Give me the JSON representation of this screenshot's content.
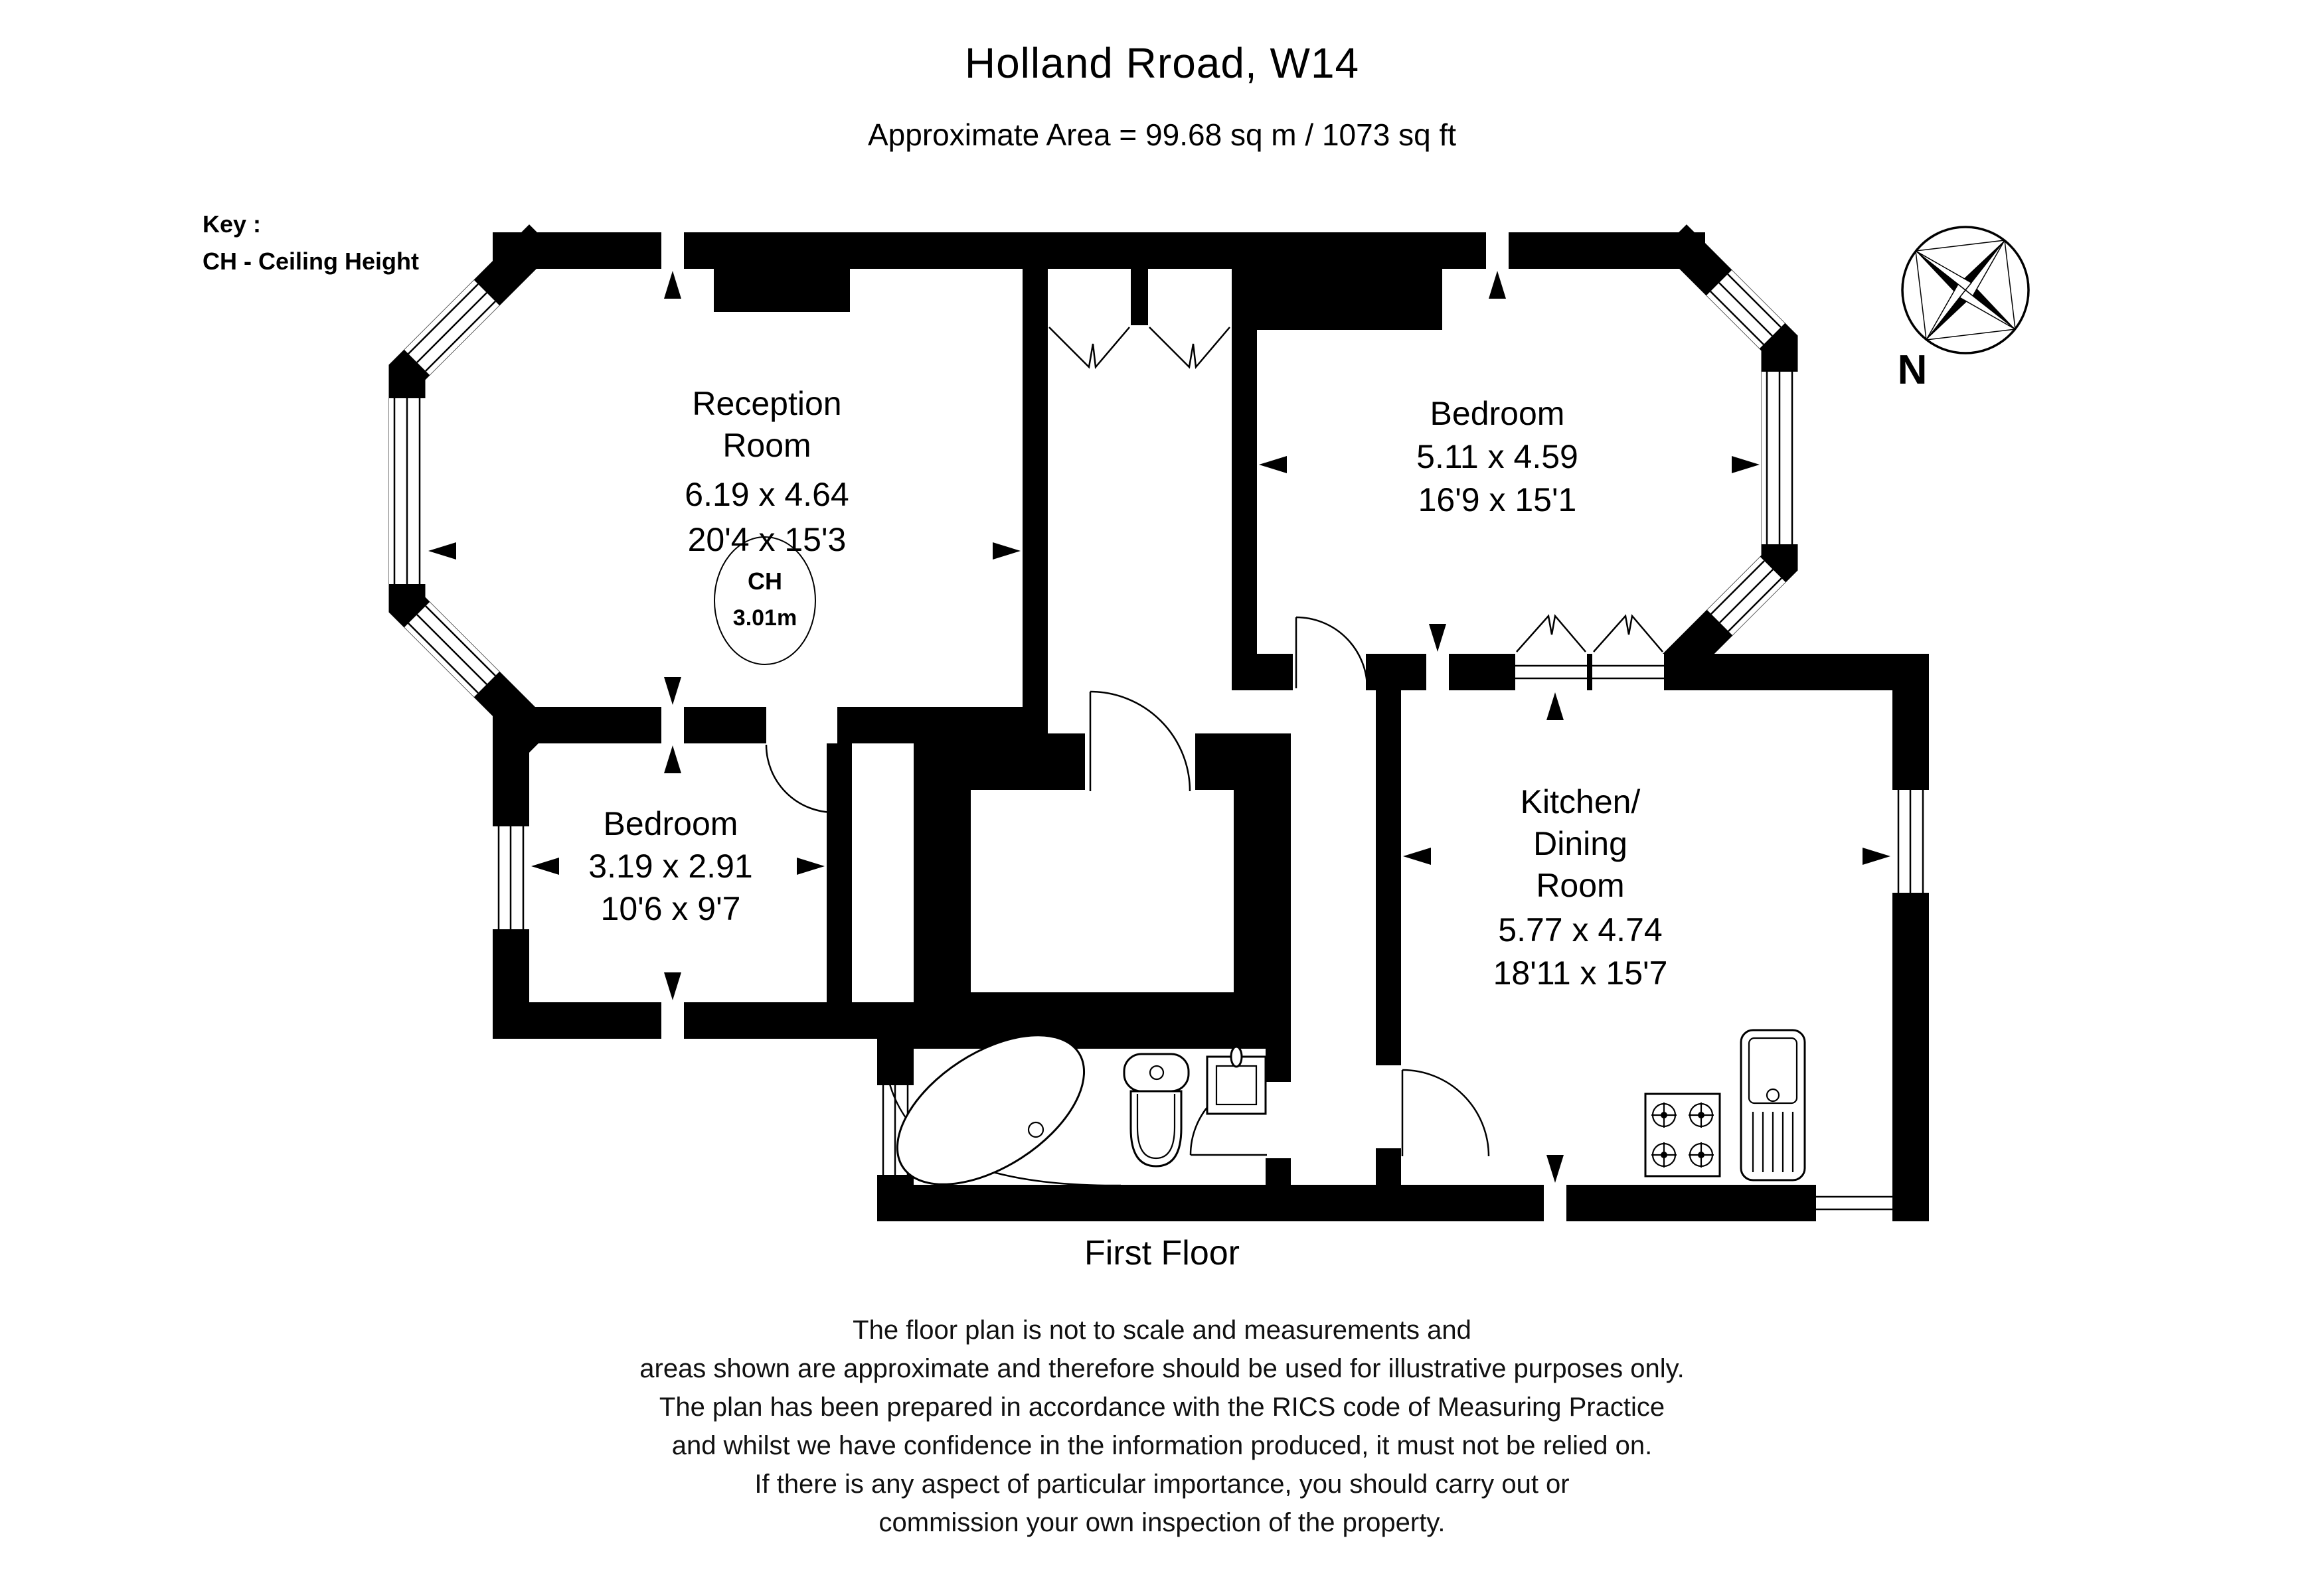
{
  "header": {
    "title": "Holland Rroad, W14",
    "area": "Approximate Area =  99.68 sq m / 1073 sq ft"
  },
  "key": {
    "title": "Key :",
    "item": "CH - Ceiling Height"
  },
  "compass": {
    "label": "N"
  },
  "rooms": {
    "reception": {
      "name_line1": "Reception",
      "name_line2": "Room",
      "dims_m": "6.19 x 4.64",
      "dims_ft": "20'4 x 15'3",
      "ch_label": "CH",
      "ch_value": "3.01m"
    },
    "bedroom1": {
      "name": "Bedroom",
      "dims_m": "5.11 x 4.59",
      "dims_ft": "16'9 x 15'1"
    },
    "bedroom2": {
      "name": "Bedroom",
      "dims_m": "3.19 x 2.91",
      "dims_ft": "10'6 x 9'7"
    },
    "kitchen": {
      "name_line1": "Kitchen/",
      "name_line2": "Dining",
      "name_line3": "Room",
      "dims_m": "5.77 x 4.74",
      "dims_ft": "18'11 x 15'7"
    }
  },
  "floor": {
    "label": "First Floor"
  },
  "disclaimer": {
    "lines": [
      "The floor plan is not to scale and measurements and",
      "areas shown are approximate and therefore should be used for illustrative purposes only.",
      "The plan has been prepared in accordance with the RICS code of Measuring Practice",
      "and whilst we have confidence in the information produced, it must not be relied on.",
      "If there is any aspect of particular importance, you should carry out or",
      "commission your own inspection of the property."
    ]
  }
}
